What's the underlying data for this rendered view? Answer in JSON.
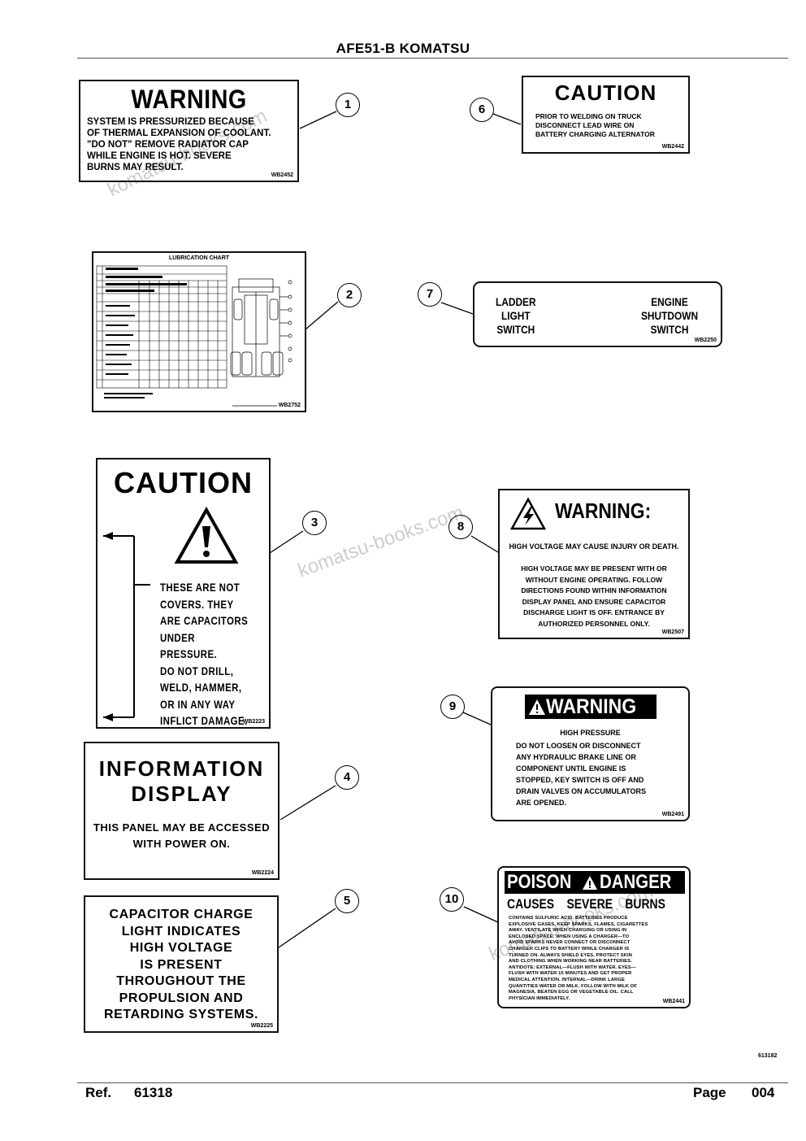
{
  "header": {
    "title": "AFE51-B  KOMATSU"
  },
  "watermark": "komatsu-books.com",
  "callouts": [
    "1",
    "2",
    "3",
    "4",
    "5",
    "6",
    "7",
    "8",
    "9",
    "10"
  ],
  "labels": {
    "l1": {
      "title": "WARNING",
      "lines": [
        "SYSTEM IS PRESSURIZED BECAUSE",
        "OF THERMAL EXPANSION OF COOLANT.",
        "\"DO NOT\" REMOVE RADIATOR CAP",
        "WHILE ENGINE IS HOT. SEVERE",
        "BURNS MAY RESULT."
      ],
      "code": "WB2452"
    },
    "l2": {
      "title": "LUBRICATION  CHART",
      "code": "WB2752"
    },
    "l3": {
      "title": "CAUTION",
      "lines": [
        "THESE ARE NOT",
        "COVERS. THEY",
        "ARE CAPACITORS",
        "UNDER PRESSURE.",
        "DO NOT DRILL,",
        "WELD, HAMMER,",
        "OR IN ANY WAY",
        "INFLICT DAMAGE."
      ],
      "code": "WB2223"
    },
    "l4": {
      "title1": "INFORMATION",
      "title2": "DISPLAY",
      "lines": [
        "THIS PANEL MAY BE ACCESSED",
        "WITH POWER ON."
      ],
      "code": "WB2224"
    },
    "l5": {
      "lines": [
        "CAPACITOR CHARGE",
        "LIGHT INDICATES",
        "HIGH VOLTAGE",
        "IS PRESENT",
        "THROUGHOUT THE",
        "PROPULSION AND",
        "RETARDING SYSTEMS."
      ],
      "code": "WB2225"
    },
    "l6": {
      "title": "CAUTION",
      "lines": [
        "PRIOR TO WELDING ON TRUCK",
        "DISCONNECT LEAD WIRE ON",
        "BATTERY CHARGING ALTERNATOR"
      ],
      "code": "WB2442"
    },
    "l7": {
      "left": [
        "LADDER",
        "LIGHT",
        "SWITCH"
      ],
      "right": [
        "ENGINE",
        "SHUTDOWN",
        "SWITCH"
      ],
      "code": "WB2250"
    },
    "l8": {
      "title": "WARNING:",
      "subtitle": "HIGH VOLTAGE MAY CAUSE INJURY OR DEATH.",
      "lines": [
        "HIGH VOLTAGE MAY BE PRESENT WITH OR",
        "WITHOUT ENGINE OPERATING. FOLLOW",
        "DIRECTIONS FOUND WITHIN INFORMATION",
        "DISPLAY PANEL AND ENSURE CAPACITOR",
        "DISCHARGE LIGHT IS OFF. ENTRANCE BY",
        "AUTHORIZED PERSONNEL ONLY."
      ],
      "code": "WB2507"
    },
    "l9": {
      "title": "WARNING",
      "subtitle": "HIGH PRESSURE",
      "lines": [
        "DO NOT LOOSEN OR DISCONNECT",
        "ANY HYDRAULIC BRAKE LINE OR",
        "COMPONENT UNTIL ENGINE IS",
        "STOPPED, KEY SWITCH IS OFF AND",
        "DRAIN VALVES ON ACCUMULATORS",
        "ARE OPENED."
      ],
      "code": "WB2491"
    },
    "l10": {
      "title1": "POISON",
      "title2": "DANGER",
      "subtitle": "CAUSES SEVERE BURNS",
      "lines": [
        "CONTAINS SULFURIC ACID. BATTERIES PRODUCE",
        "EXPLOSIVE GASES. KEEP SPARKS, FLAMES, CIGARETTES",
        "AWAY. VENTILATE WHEN CHARGING OR USING IN",
        "ENCLOSED SPACE. WHEN USING A CHARGER—TO",
        "AVOID SPARKS NEVER CONNECT OR DISCONNECT",
        "CHARGER CLIPS TO BATTERY WHILE CHARGER IS",
        "TURNED ON. ALWAYS SHIELD EYES, PROTECT SKIN",
        "AND CLOTHING WHEN WORKING NEAR BATTERIES.",
        "ANTIDOTE: EXTERNAL—FLUSH WITH WATER. EYES—",
        "FLUSH WITH WATER 15 MINUTES AND GET PROPER",
        "MEDICAL ATTENTION. INTERNAL—DRINK LARGE",
        "QUANTITIES WATER OR MILK. FOLLOW WITH MILK OF",
        "MAGNESIA, BEATEN EGG OR VEGETABLE OIL. CALL",
        "PHYSICIAN IMMEDIATELY."
      ],
      "code": "WB2441"
    }
  },
  "figure_code": "613182",
  "footer": {
    "ref_label": "Ref.",
    "ref_value": "61318",
    "page_label": "Page",
    "page_value": "004"
  }
}
